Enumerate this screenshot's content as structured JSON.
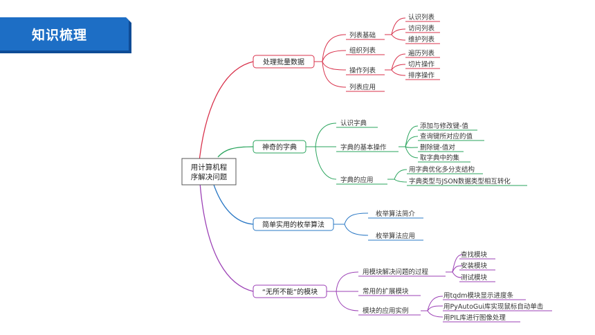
{
  "banner": {
    "title": "知识梳理"
  },
  "mindmap": {
    "root": "用计算机程\n序解决问题",
    "branches": [
      {
        "label": "处理批量数据",
        "children": [
          {
            "label": "列表基础",
            "children": [
              "认识列表",
              "访问列表",
              "维护列表"
            ]
          },
          {
            "label": "组织列表",
            "children": []
          },
          {
            "label": "操作列表",
            "children": [
              "遍历列表",
              "切片操作",
              "排序操作"
            ]
          },
          {
            "label": "列表应用",
            "children": []
          }
        ]
      },
      {
        "label": "神奇的字典",
        "children": [
          {
            "label": "认识字典",
            "children": []
          },
          {
            "label": "字典的基本操作",
            "children": [
              "添加与修改键-值",
              "查询键所对应的值",
              "删除键-值对",
              "取字典中的集"
            ]
          },
          {
            "label": "字典的应用",
            "children": [
              "用字典优化多分支结构",
              "字典类型与JSON数据类型相互转化"
            ]
          }
        ]
      },
      {
        "label": "简单实用的枚举算法",
        "children": [
          {
            "label": "枚举算法简介",
            "children": []
          },
          {
            "label": "枚举算法应用",
            "children": []
          }
        ]
      },
      {
        "label": "“无所不能”的模块",
        "children": [
          {
            "label": "用模块解决问题的过程",
            "children": [
              "查找模块",
              "安装模块",
              "测试模块"
            ]
          },
          {
            "label": "常用的扩展模块",
            "children": []
          },
          {
            "label": "模块的应用实例",
            "children": [
              "用tqdm模块显示进度条",
              "用PyAutoGui库实现鼠标自动单击",
              "用PIL库进行图像处理"
            ]
          }
        ]
      }
    ]
  },
  "colors": {
    "banner_blue": "#1d6ec5",
    "banner_dark": "#0f4c96",
    "branch_1": "#d8304a",
    "branch_2": "#27a35b",
    "branch_3": "#2a78c5",
    "branch_4": "#9b3fb5"
  }
}
